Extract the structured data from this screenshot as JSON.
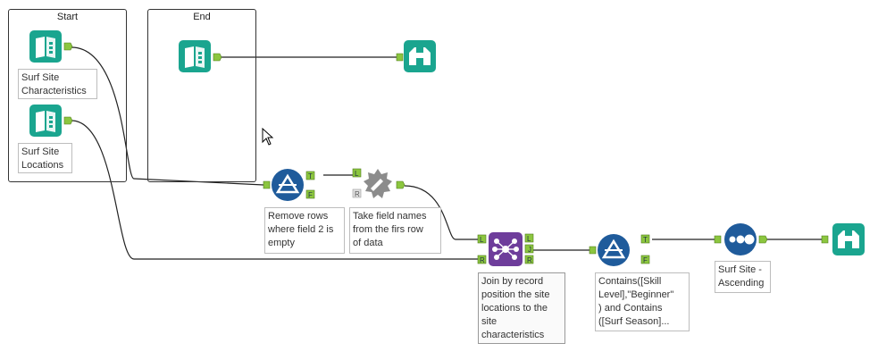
{
  "containers": {
    "start": {
      "title": "Start"
    },
    "end": {
      "title": "End"
    }
  },
  "tools": {
    "input_characteristics": {
      "icon": "input-data-icon",
      "annotation": "Surf Site\nCharacteristics"
    },
    "input_locations": {
      "icon": "input-data-icon",
      "annotation": "Surf Site\nLocations"
    },
    "input_end": {
      "icon": "input-data-icon"
    },
    "browse_end": {
      "icon": "browse-icon"
    },
    "filter_empty": {
      "icon": "filter-icon",
      "annotation": "Remove rows\nwhere field 2 is\nempty",
      "anchors": [
        "T",
        "F"
      ]
    },
    "dynamic_rename": {
      "icon": "dynamic-rename-icon",
      "annotation": "Take field names\nfrom the firs row\nof data",
      "anchors": [
        "L",
        "R"
      ]
    },
    "join": {
      "icon": "join-multiple-icon",
      "annotation": "Join by record\nposition the site\nlocations to the\nsite\ncharacteristics",
      "anchors": [
        "L",
        "R",
        "L",
        "J",
        "R"
      ]
    },
    "filter_contains": {
      "icon": "filter-icon",
      "annotation": "Contains([Skill\nLevel],\"Beginner\"\n) and Contains\n([Surf Season]...",
      "anchors": [
        "T",
        "F"
      ]
    },
    "sort": {
      "icon": "sort-icon",
      "annotation": "Surf Site -\nAscending"
    },
    "browse_final": {
      "icon": "browse-icon"
    }
  },
  "colors": {
    "io_teal": "#1aa58f",
    "prep_blue": "#1f5b9b",
    "developer_grey": "#8c8c8c",
    "join_purple": "#6e3d9b",
    "anchor_green": "#8cc63f"
  }
}
